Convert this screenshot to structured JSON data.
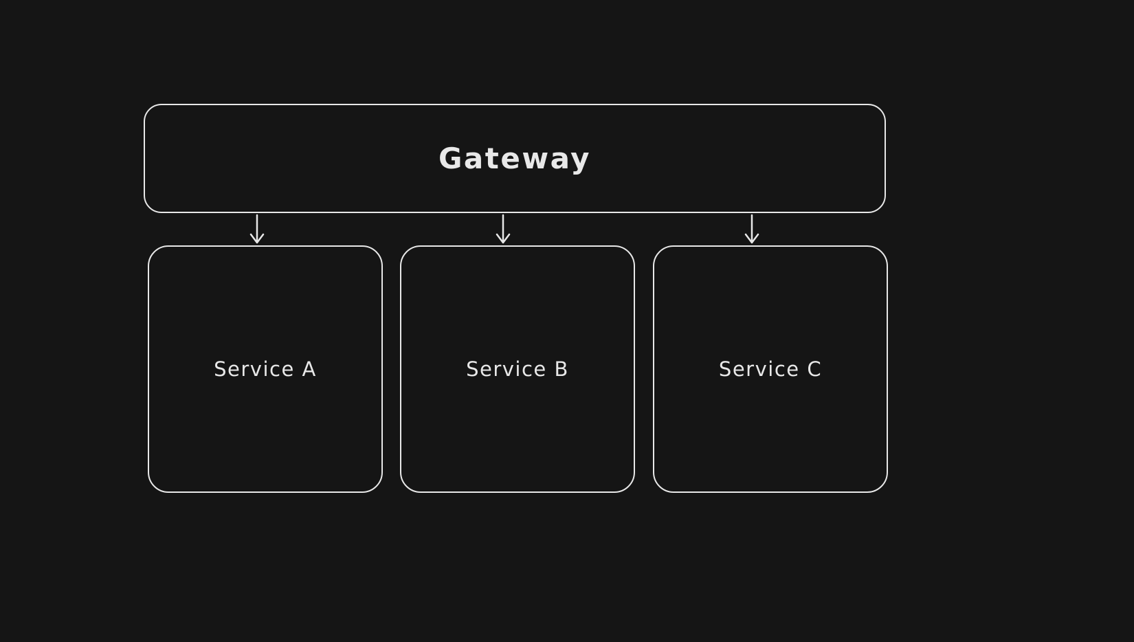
{
  "diagram": {
    "background_color": "#151515",
    "stroke_color": "#e8e8e8",
    "nodes": {
      "gateway": {
        "label": "Gateway"
      },
      "services": [
        {
          "label": "Service A"
        },
        {
          "label": "Service B"
        },
        {
          "label": "Service C"
        }
      ]
    },
    "edges": [
      {
        "from": "Gateway",
        "to": "Service A"
      },
      {
        "from": "Gateway",
        "to": "Service B"
      },
      {
        "from": "Gateway",
        "to": "Service C"
      }
    ]
  }
}
